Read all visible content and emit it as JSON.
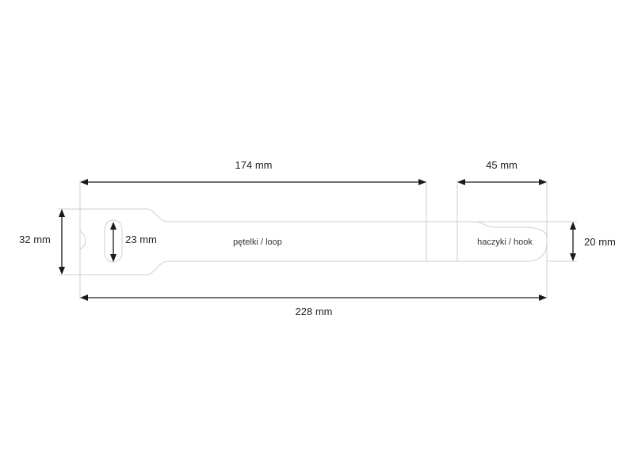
{
  "dimensions": {
    "loop_length": "174 mm",
    "hook_length": "45 mm",
    "total_length": "228 mm",
    "head_width": "32 mm",
    "slot_length": "23 mm",
    "strap_width": "20 mm"
  },
  "labels": {
    "loop_section": "pętelki / loop",
    "hook_section": "haczyki / hook"
  },
  "colors": {
    "outline": "#cfcfcf",
    "dimension": "#1a1a1a",
    "text": "#222222"
  }
}
